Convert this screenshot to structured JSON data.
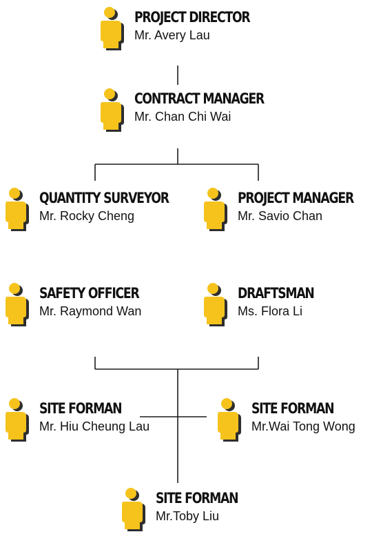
{
  "colors": {
    "person_fill": "#f5c31c",
    "person_shadow": "#2e2e2e",
    "line": "#1a1a1a"
  },
  "icon": "person-icon",
  "nodes": {
    "project_director": {
      "role": "PROJECT DIRECTOR",
      "name": "Mr. Avery Lau"
    },
    "contract_manager": {
      "role": "CONTRACT MANAGER",
      "name": "Mr. Chan Chi Wai"
    },
    "quantity_surveyor": {
      "role": "QUANTITY SURVEYOR",
      "name": "Mr. Rocky Cheng"
    },
    "project_manager": {
      "role": "PROJECT MANAGER",
      "name": "Mr. Savio Chan"
    },
    "safety_officer": {
      "role": "SAFETY OFFICER",
      "name": "Mr. Raymond Wan"
    },
    "draftsman": {
      "role": "DRAFTSMAN",
      "name": "Ms. Flora Li"
    },
    "site_forman_1": {
      "role": "SITE FORMAN",
      "name": "Mr. Hiu Cheung Lau"
    },
    "site_forman_2": {
      "role": "SITE FORMAN",
      "name": "Mr.Wai Tong Wong"
    },
    "site_forman_3": {
      "role": "SITE FORMAN",
      "name": "Mr.Toby Liu"
    }
  }
}
